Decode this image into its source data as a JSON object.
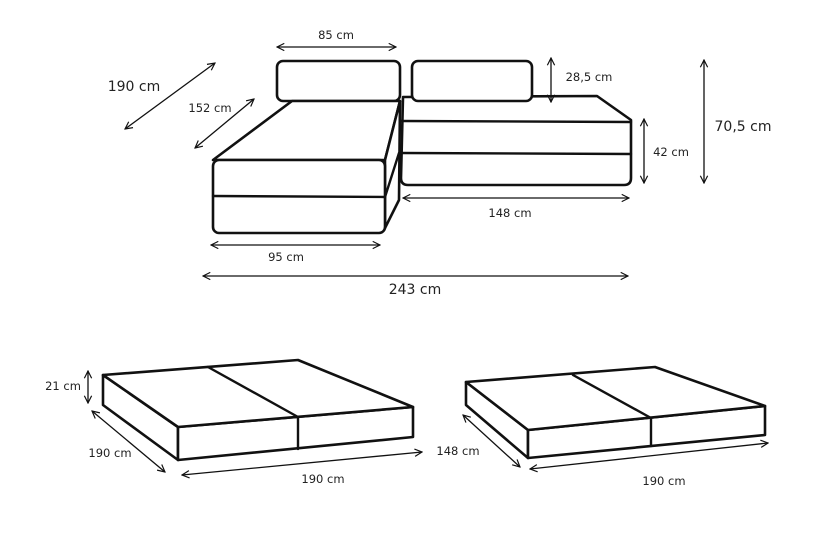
{
  "labels": {
    "backrest_width": "85 cm",
    "total_depth": "190 cm",
    "chaise_depth": "152 cm",
    "backrest_height": "28,5 cm",
    "total_height": "70,5 cm",
    "seat_height": "42 cm",
    "sofa_width": "148 cm",
    "chaise_width": "95 cm",
    "total_width": "243 cm",
    "bed1_thickness": "21 cm",
    "bed1_depth": "190 cm",
    "bed1_width": "190 cm",
    "bed2_depth": "148 cm",
    "bed2_width": "190 cm"
  }
}
